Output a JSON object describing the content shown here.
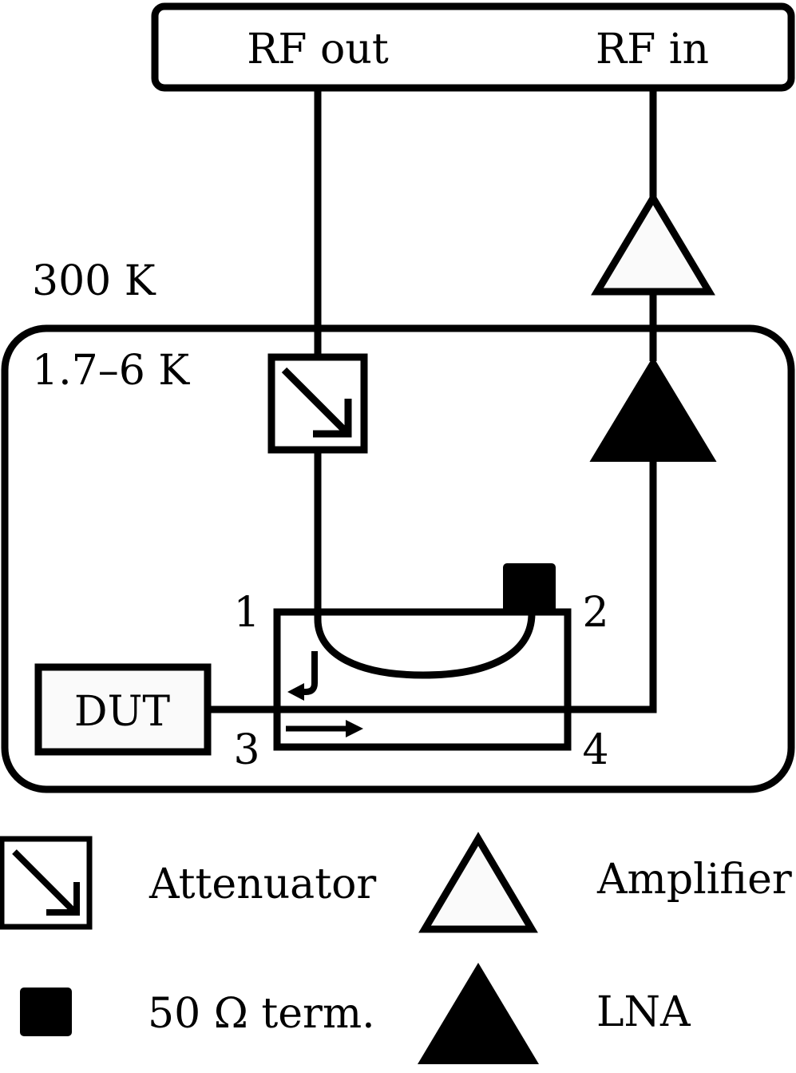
{
  "instrument": {
    "rf_out": "RF out",
    "rf_in": "RF in"
  },
  "stages": {
    "room_temp": "300 K",
    "cryo": "1.7–6 K"
  },
  "dut": "DUT",
  "coupler_ports": [
    "1",
    "2",
    "3",
    "4"
  ],
  "legend": {
    "attenuator": "Attenuator",
    "amplifier": "Amplifier",
    "termination": "50 Ω term.",
    "lna": "LNA"
  },
  "colors": {
    "stroke": "#000000",
    "fill_light": "#fafafa",
    "fill_dark": "#000000"
  }
}
